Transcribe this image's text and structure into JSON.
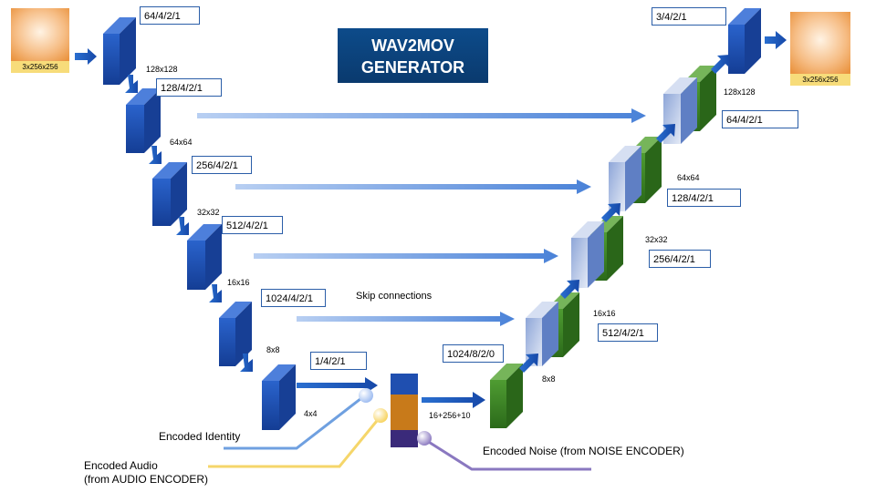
{
  "title": {
    "line1": "WAV2MOV",
    "line2": "GENERATOR"
  },
  "input_image": {
    "caption": "3x256x256"
  },
  "output_image": {
    "caption": "3x256x256"
  },
  "encoder": {
    "layers": [
      "64/4/2/1",
      "128/4/2/1",
      "256/4/2/1",
      "512/4/2/1",
      "1024/4/2/1",
      "1/4/2/1"
    ],
    "sizes": [
      "128x128",
      "64x64",
      "32x32",
      "16x16",
      "8x8",
      "4x4"
    ]
  },
  "decoder": {
    "layers": [
      "1024/8/2/0",
      "512/4/2/1",
      "256/4/2/1",
      "128/4/2/1",
      "64/4/2/1",
      "3/4/2/1"
    ],
    "sizes": [
      "8x8",
      "16x16",
      "32x32",
      "64x64",
      "128x128"
    ]
  },
  "concat_label": "16+256+10",
  "skip_label": "Skip connections",
  "inputs": {
    "identity": "Encoded Identity",
    "audio_line1": "Encoded Audio",
    "audio_line2": "(from AUDIO ENCODER)",
    "noise": "Encoded Noise (from NOISE ENCODER)"
  },
  "colors": {
    "encoder_block": "#1f4fb0",
    "decoder_green": "#3d8a28",
    "decoder_light": "#b8c6e8",
    "identity_line": "#6fa0e0",
    "audio_line": "#f5d66a",
    "noise_line": "#8a78c0",
    "concat_top": "#1f4fb0",
    "concat_mid": "#c87a1a",
    "concat_bottom": "#3a2a7a",
    "title_bg": "#0d4b8a"
  }
}
